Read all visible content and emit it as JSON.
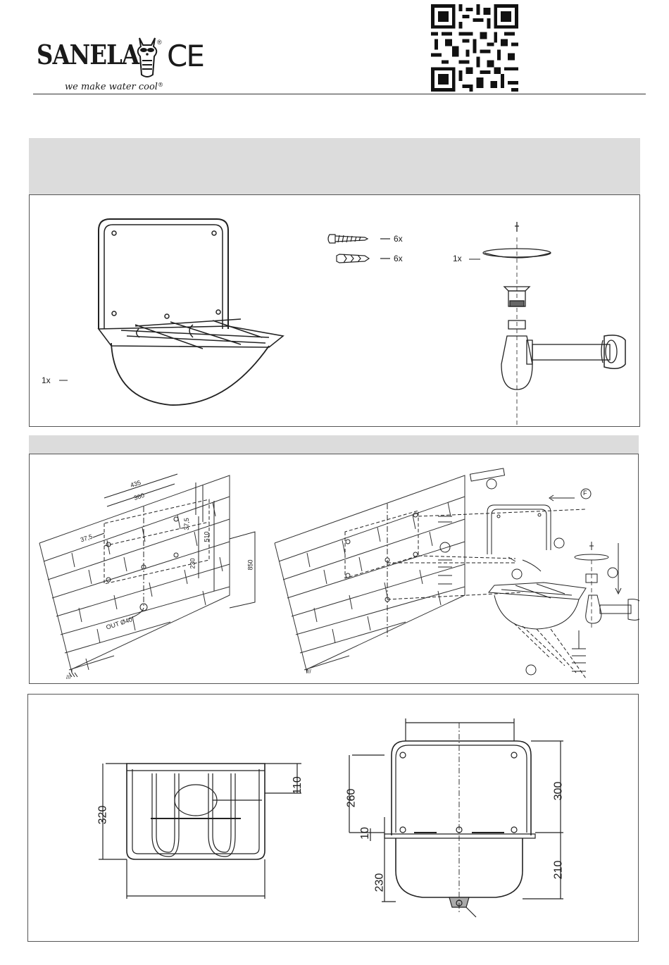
{
  "header": {
    "brand": "SANELA",
    "reg_mark": "®",
    "slogan": "we make water cool",
    "cert_mark": "CE"
  },
  "panel_parts": {
    "basin_qty": "1x",
    "screw_qty": "6x",
    "plug_qty": "6x",
    "drain_qty": "1x"
  },
  "panel_install": {
    "dim_435": "435",
    "dim_360": "360",
    "dim_37_5_left": "37,5",
    "dim_37_5_right": "37,5",
    "dim_510": "510",
    "dim_230": "230",
    "dim_850": "850",
    "outlet": "OUT Ø40",
    "floor_mark": "///",
    "callout_f": "F"
  },
  "panel_dims": {
    "dim_320": "320",
    "dim_110": "110",
    "dim_260": "260",
    "dim_10": "10",
    "dim_230": "230",
    "dim_300": "300",
    "dim_210": "210"
  }
}
